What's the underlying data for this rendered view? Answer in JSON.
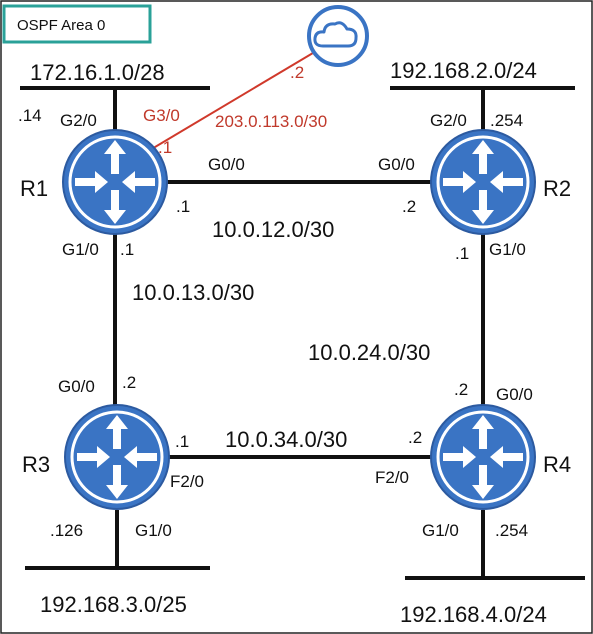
{
  "area_label": "OSPF Area 0",
  "colors": {
    "router": "#3a74c4",
    "router_ring": "#ffffff",
    "link": "#111111",
    "internet_link": "#d0392b",
    "area_border": "#2aa198"
  },
  "cloud": {
    "icon": "cloud-icon",
    "addr": ".2"
  },
  "routers": {
    "r1": {
      "name": "R1",
      "icon": "router-icon"
    },
    "r2": {
      "name": "R2",
      "icon": "router-icon"
    },
    "r3": {
      "name": "R3",
      "icon": "router-icon"
    },
    "r4": {
      "name": "R4",
      "icon": "router-icon"
    }
  },
  "lans": {
    "r1": {
      "network": "172.16.1.0/28",
      "intf": "G2/0",
      "addr": ".14"
    },
    "r2": {
      "network": "192.168.2.0/24",
      "intf": "G2/0",
      "addr": ".254"
    },
    "r3": {
      "network": "192.168.3.0/25",
      "intf": "G1/0",
      "addr": ".126"
    },
    "r4": {
      "network": "192.168.4.0/24",
      "intf": "G1/0",
      "addr": ".254"
    }
  },
  "links": {
    "internet": {
      "network": "203.0.113.0/30",
      "r1_intf": "G3/0",
      "r1_addr": ".1"
    },
    "r1_r2": {
      "network": "10.0.12.0/30",
      "r1_intf": "G0/0",
      "r1_addr": ".1",
      "r2_intf": "G0/0",
      "r2_addr": ".2"
    },
    "r1_r3": {
      "network": "10.0.13.0/30",
      "r1_intf": "G1/0",
      "r1_addr": ".1",
      "r3_intf": "G0/0",
      "r3_addr": ".2"
    },
    "r2_r4": {
      "network": "10.0.24.0/30",
      "r2_intf": "G1/0",
      "r2_addr": ".1",
      "r4_intf": "G0/0",
      "r4_addr": ".2"
    },
    "r3_r4": {
      "network": "10.0.34.0/30",
      "r3_intf": "F2/0",
      "r3_addr": ".1",
      "r4_intf": "F2/0",
      "r4_addr": ".2"
    }
  }
}
